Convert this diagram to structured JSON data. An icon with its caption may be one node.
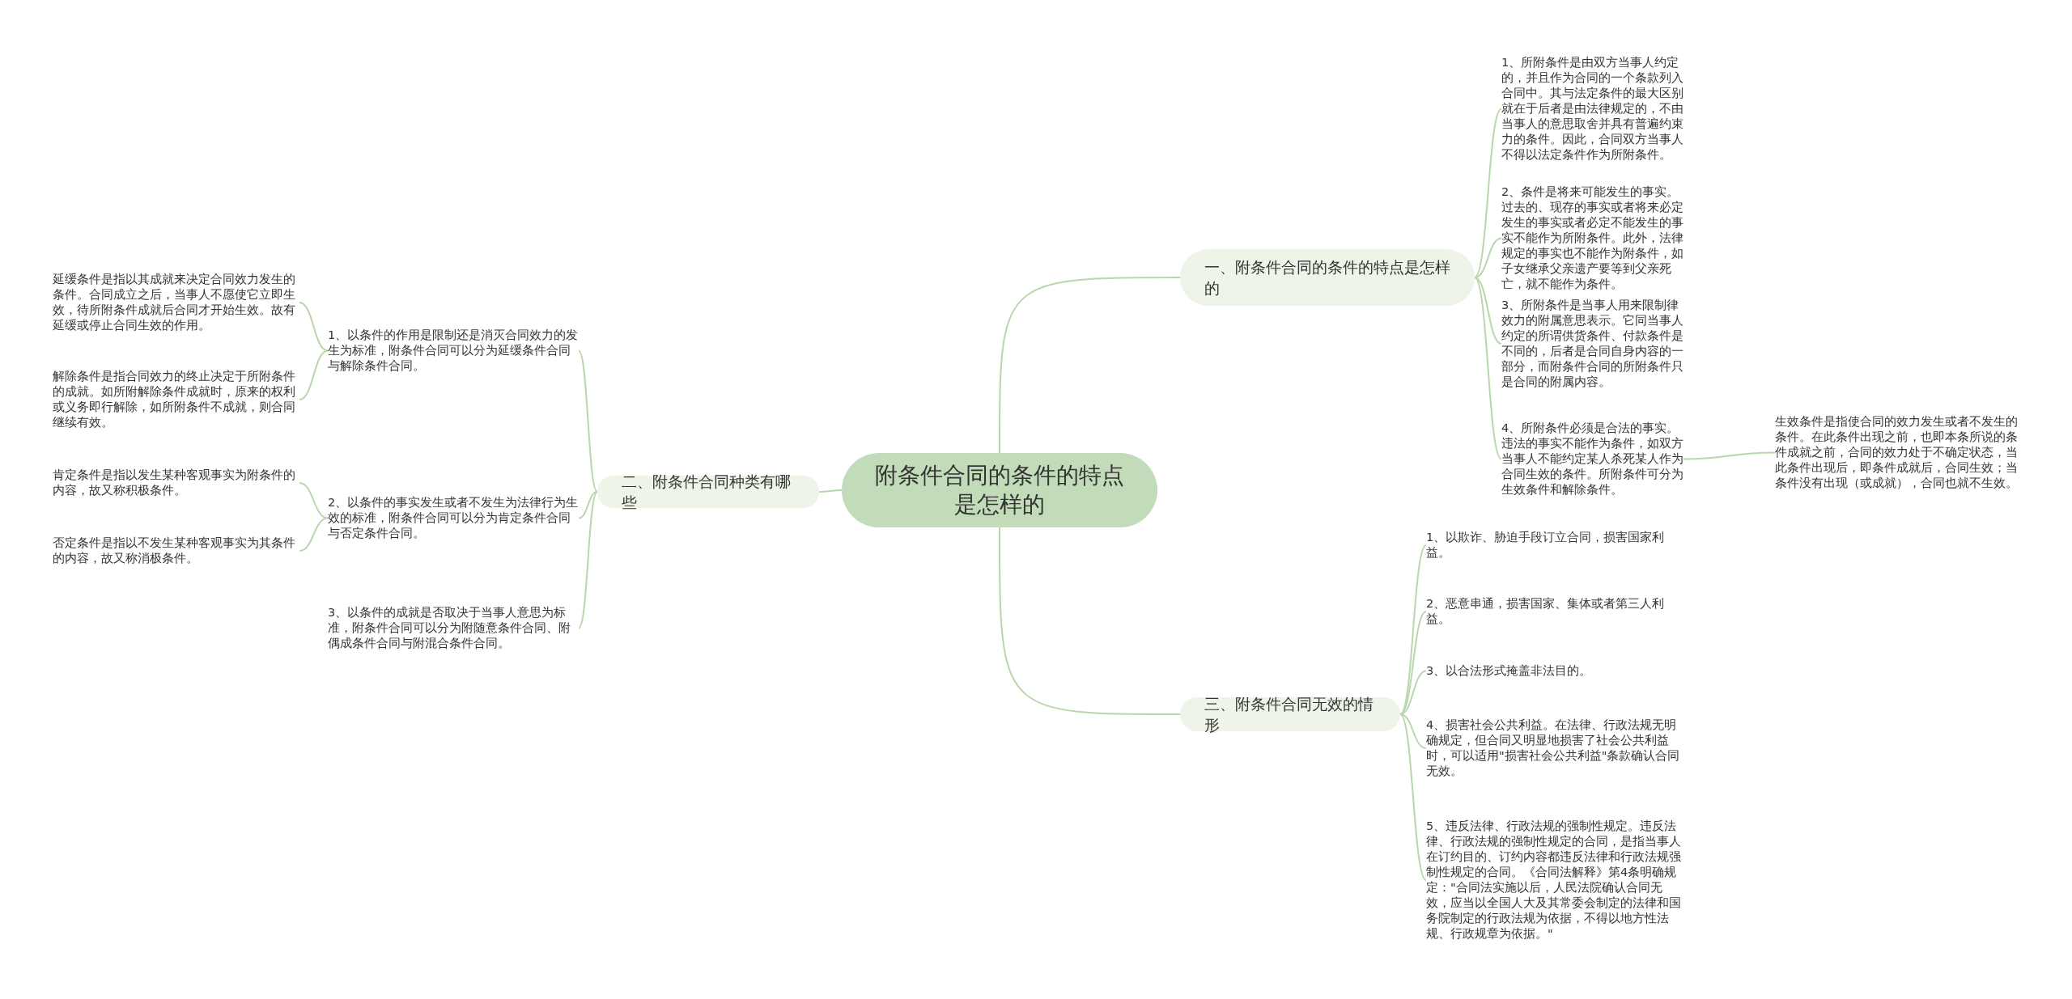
{
  "diagram": {
    "nodes": [
      {
        "text": [
          "附条件合同的条件的特点是怎样的"
        ]
      },
      {
        "text": [
          "一、附条件合同的条件的特点是怎样的"
        ]
      },
      {
        "text": [
          "二、附条件合同种类有哪些"
        ]
      },
      {
        "text": [
          "三、附条件合同无效的情形"
        ]
      },
      {
        "text": [
          "1、所附条件是由双方当事人约定的，并且作为合同的一个条款列入合同中。其与法定条件的最大区别就在于后者是由法律规定的，不由当事人的意思取舍并具有普遍约束力的条件。因此，合同双方当事人不得以法定条件作为所附条件。"
        ]
      },
      {
        "text": [
          "2、条件是将来可能发生的事实。过去的、现存的事实或者将来必定发生的事实或者必定不能发生的事实不能作为所附条件。此外，法律规定的事实也不能作为附条件，如子女继承父亲遗产要等到父亲死亡，就不能作为条件。"
        ]
      },
      {
        "text": [
          "3、所附条件是当事人用来限制律效力的附属意思表示。它同当事人约定的所谓供货条件、付款条件是不同的，后者是合同自身内容的一部分，而附条件合同的所附条件只是合同的附属内容。"
        ]
      },
      {
        "text": [
          "4、所附条件必须是合法的事实。违法的事实不能作为条件，如双方当事人不能约定某人杀死某人作为合同生效的条件。所附条件可分为生效条件和解除条件。"
        ]
      },
      {
        "text": [
          "生效条件是指使合同的效力发生或者不发生的条件。在此条件出现之前，也即本条所说的条件成就之前，合同的效力处于不确定状态，当此条件出现后，即条件成就后，合同生效；当条件没有出现（或成就），合同也就不生效。"
        ]
      },
      {
        "text": [
          "1、以条件的作用是限制还是消灭合同效力的发生为标准，附条件合同可以分为延缓条件合同与解除条件合同。"
        ]
      },
      {
        "text": [
          "2、以条件的事实发生或者不发生为法律行为生效的标准，附条件合同可以分为肯定条件合同与否定条件合同。"
        ]
      },
      {
        "text": [
          "3、以条件的成就是否取决于当事人意思为标准，附条件合同可以分为附随意条件合同、附偶成条件合同与附混合条件合同。"
        ]
      },
      {
        "text": [
          "延缓条件是指以其成就来决定合同效力发生的条件。合同成立之后，当事人不愿使它立即生效，待所附条件成就后合同才开始生效。故有延缓或停止合同生效的作用。"
        ]
      },
      {
        "text": [
          "解除条件是指合同效力的终止决定于所附条件的成就。如所附解除条件成就时，原来的权利或义务即行解除，如所附条件不成就，则合同继续有效。"
        ]
      },
      {
        "text": [
          "肯定条件是指以发生某种客观事实为附条件的内容，故又称积极条件。"
        ]
      },
      {
        "text": [
          "否定条件是指以不发生某种客观事实为其条件的内容，故又称消极条件。"
        ]
      },
      {
        "text": [
          "1、以欺诈、胁迫手段订立合同，损害国家利益。"
        ]
      },
      {
        "text": [
          "2、恶意串通，损害国家、集体或者第三人利益。"
        ]
      },
      {
        "text": [
          "3、以合法形式掩盖非法目的。"
        ]
      },
      {
        "text": [
          "4、损害社会公共利益。在法律、行政法规无明确规定，但合同又明显地损害了社会公共利益时，可以适用\"损害社会公共利益\"条款确认合同无效。"
        ]
      },
      {
        "text": [
          "5、违反法律、行政法规的强制性规定。违反法律、行政法规的强制性规定的合同，是指当事人在订约目的、订约内容都违反法律和行政法规强制性规定的合同。《合同法解释》第4条明确规定：\"合同法实施以后，人民法院确认合同无效，应当以全国人大及其常委会制定的法律和国务院制定的行政法规为依据，不得以地方性法规、行政规章为依据。\""
        ]
      }
    ],
    "edges": [
      {
        "from": 0,
        "to": 1,
        "arrow": "none"
      },
      {
        "from": 0,
        "to": 2,
        "arrow": "none"
      },
      {
        "from": 0,
        "to": 3,
        "arrow": "none"
      },
      {
        "from": 1,
        "to": 4,
        "arrow": "none"
      },
      {
        "from": 1,
        "to": 5,
        "arrow": "none"
      },
      {
        "from": 1,
        "to": 6,
        "arrow": "none"
      },
      {
        "from": 1,
        "to": 7,
        "arrow": "none"
      },
      {
        "from": 7,
        "to": 8,
        "arrow": "none"
      },
      {
        "from": 2,
        "to": 9,
        "arrow": "none"
      },
      {
        "from": 2,
        "to": 10,
        "arrow": "none"
      },
      {
        "from": 2,
        "to": 11,
        "arrow": "none"
      },
      {
        "from": 9,
        "to": 12,
        "arrow": "none"
      },
      {
        "from": 9,
        "to": 13,
        "arrow": "none"
      },
      {
        "from": 10,
        "to": 14,
        "arrow": "none"
      },
      {
        "from": 10,
        "to": 15,
        "arrow": "none"
      },
      {
        "from": 3,
        "to": 16,
        "arrow": "none"
      },
      {
        "from": 3,
        "to": 17,
        "arrow": "none"
      },
      {
        "from": 3,
        "to": 18,
        "arrow": "none"
      },
      {
        "from": 3,
        "to": 19,
        "arrow": "none"
      },
      {
        "from": 3,
        "to": 20,
        "arrow": "none"
      }
    ]
  }
}
